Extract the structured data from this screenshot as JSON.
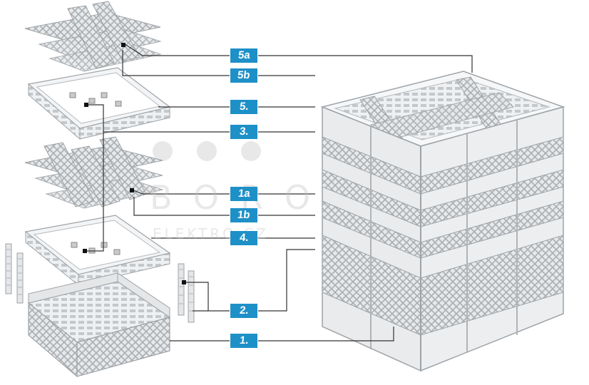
{
  "labels": {
    "l5a": "5a",
    "l5b": "5b",
    "l5": "5.",
    "l3": "3.",
    "l1a": "1a",
    "l1b": "1b",
    "l4": "4.",
    "l2": "2.",
    "l1": "1."
  },
  "watermark": {
    "main": "BORO",
    "sub": "ELEKTRO.CZ"
  },
  "colors": {
    "label_bg": "#1e90c8",
    "label_text": "#ffffff",
    "leader_line": "#333333",
    "rack_fill": "#d9dcde",
    "rack_stroke": "#9ea3a7"
  }
}
